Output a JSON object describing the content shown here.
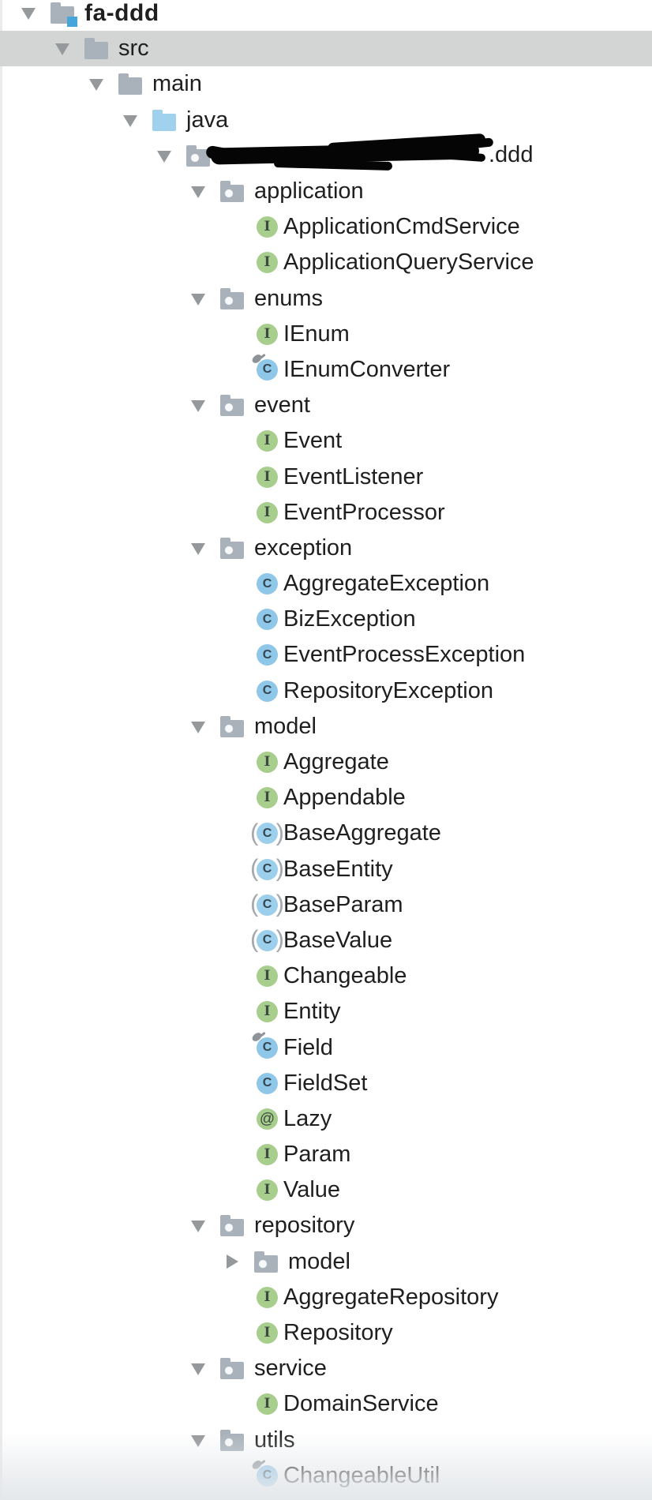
{
  "app": {
    "name": "project-tree",
    "selected_item": "src"
  },
  "colors": {
    "background": "#ffffff",
    "selected_row": "#d3d4d4",
    "text": "#1f1f1f",
    "arrow": "#96999c",
    "folder": "#a9b2bb",
    "java_source_folder": "#a0d2ee",
    "project_badge_blue": "#46a6db",
    "interface_green": "#a7ce8c",
    "class_blue": "#8fc7e9",
    "icon_letter": "#33454f",
    "final_pin": "#8d9399",
    "abstract_parens": "#a3a9ae"
  },
  "icons": {
    "project": {
      "name": "project-folder-icon",
      "shape": "folder",
      "color": "#a9b2bb",
      "badge": "blue-square"
    },
    "folder": {
      "name": "folder-icon",
      "shape": "folder",
      "color": "#a9b2bb"
    },
    "java-folder": {
      "name": "source-root-folder-icon",
      "shape": "folder",
      "color": "#a0d2ee"
    },
    "package": {
      "name": "package-icon",
      "shape": "folder",
      "color": "#a9b2bb",
      "dot": true
    },
    "interface": {
      "name": "interface-icon",
      "shape": "circle",
      "glyph": "I",
      "bg": "#a7ce8c",
      "fg": "#3e4a41",
      "font": "serif"
    },
    "class": {
      "name": "class-icon",
      "shape": "circle",
      "glyph": "C",
      "bg": "#8fc7e9",
      "fg": "#33454f"
    },
    "final-class": {
      "name": "final-class-icon",
      "shape": "circle",
      "glyph": "C",
      "bg": "#8fc7e9",
      "fg": "#33454f",
      "modifier": "final-pin"
    },
    "abstract-class": {
      "name": "abstract-class-icon",
      "shape": "circle",
      "glyph": "C",
      "bg": "#9ccfeb",
      "fg": "#33454f",
      "modifier": "parentheses"
    },
    "annotation": {
      "name": "annotation-icon",
      "shape": "circle",
      "glyph": "@",
      "bg": "#a7ce8c",
      "fg": "#3e4a41",
      "font": "at"
    }
  },
  "tree": {
    "items": [
      {
        "label": "fa-ddd",
        "level": 0,
        "arrow": "down",
        "icon": "project",
        "bold": true
      },
      {
        "label": "src",
        "level": 1,
        "arrow": "down",
        "icon": "folder",
        "selected": true
      },
      {
        "label": "main",
        "level": 2,
        "arrow": "down",
        "icon": "folder"
      },
      {
        "label": "java",
        "level": 3,
        "arrow": "down",
        "icon": "java-folder"
      },
      {
        "label": ".ddd",
        "level": 4,
        "arrow": "down",
        "icon": "package",
        "redacted_prefix": true
      },
      {
        "label": "application",
        "level": 5,
        "arrow": "down",
        "icon": "package"
      },
      {
        "label": "ApplicationCmdService",
        "level": 6,
        "arrow": "none",
        "icon": "interface"
      },
      {
        "label": "ApplicationQueryService",
        "level": 6,
        "arrow": "none",
        "icon": "interface"
      },
      {
        "label": "enums",
        "level": 5,
        "arrow": "down",
        "icon": "package"
      },
      {
        "label": "IEnum",
        "level": 6,
        "arrow": "none",
        "icon": "interface"
      },
      {
        "label": "IEnumConverter",
        "level": 6,
        "arrow": "none",
        "icon": "final-class"
      },
      {
        "label": "event",
        "level": 5,
        "arrow": "down",
        "icon": "package"
      },
      {
        "label": "Event",
        "level": 6,
        "arrow": "none",
        "icon": "interface"
      },
      {
        "label": "EventListener",
        "level": 6,
        "arrow": "none",
        "icon": "interface"
      },
      {
        "label": "EventProcessor",
        "level": 6,
        "arrow": "none",
        "icon": "interface"
      },
      {
        "label": "exception",
        "level": 5,
        "arrow": "down",
        "icon": "package"
      },
      {
        "label": "AggregateException",
        "level": 6,
        "arrow": "none",
        "icon": "class"
      },
      {
        "label": "BizException",
        "level": 6,
        "arrow": "none",
        "icon": "class"
      },
      {
        "label": "EventProcessException",
        "level": 6,
        "arrow": "none",
        "icon": "class"
      },
      {
        "label": "RepositoryException",
        "level": 6,
        "arrow": "none",
        "icon": "class"
      },
      {
        "label": "model",
        "level": 5,
        "arrow": "down",
        "icon": "package"
      },
      {
        "label": "Aggregate",
        "level": 6,
        "arrow": "none",
        "icon": "interface"
      },
      {
        "label": "Appendable",
        "level": 6,
        "arrow": "none",
        "icon": "interface"
      },
      {
        "label": "BaseAggregate",
        "level": 6,
        "arrow": "none",
        "icon": "abstract-class"
      },
      {
        "label": "BaseEntity",
        "level": 6,
        "arrow": "none",
        "icon": "abstract-class"
      },
      {
        "label": "BaseParam",
        "level": 6,
        "arrow": "none",
        "icon": "abstract-class"
      },
      {
        "label": "BaseValue",
        "level": 6,
        "arrow": "none",
        "icon": "abstract-class"
      },
      {
        "label": "Changeable",
        "level": 6,
        "arrow": "none",
        "icon": "interface"
      },
      {
        "label": "Entity",
        "level": 6,
        "arrow": "none",
        "icon": "interface"
      },
      {
        "label": "Field",
        "level": 6,
        "arrow": "none",
        "icon": "final-class"
      },
      {
        "label": "FieldSet",
        "level": 6,
        "arrow": "none",
        "icon": "class"
      },
      {
        "label": "Lazy",
        "level": 6,
        "arrow": "none",
        "icon": "annotation"
      },
      {
        "label": "Param",
        "level": 6,
        "arrow": "none",
        "icon": "interface"
      },
      {
        "label": "Value",
        "level": 6,
        "arrow": "none",
        "icon": "interface"
      },
      {
        "label": "repository",
        "level": 5,
        "arrow": "down",
        "icon": "package"
      },
      {
        "label": "model",
        "level": 6,
        "arrow": "right",
        "icon": "package"
      },
      {
        "label": "AggregateRepository",
        "level": 6,
        "arrow": "none",
        "icon": "interface"
      },
      {
        "label": "Repository",
        "level": 6,
        "arrow": "none",
        "icon": "interface"
      },
      {
        "label": "service",
        "level": 5,
        "arrow": "down",
        "icon": "package"
      },
      {
        "label": "DomainService",
        "level": 6,
        "arrow": "none",
        "icon": "interface"
      },
      {
        "label": "utils",
        "level": 5,
        "arrow": "down",
        "icon": "package"
      },
      {
        "label": "ChangeableUtil",
        "level": 6,
        "arrow": "none",
        "icon": "final-class"
      }
    ]
  }
}
